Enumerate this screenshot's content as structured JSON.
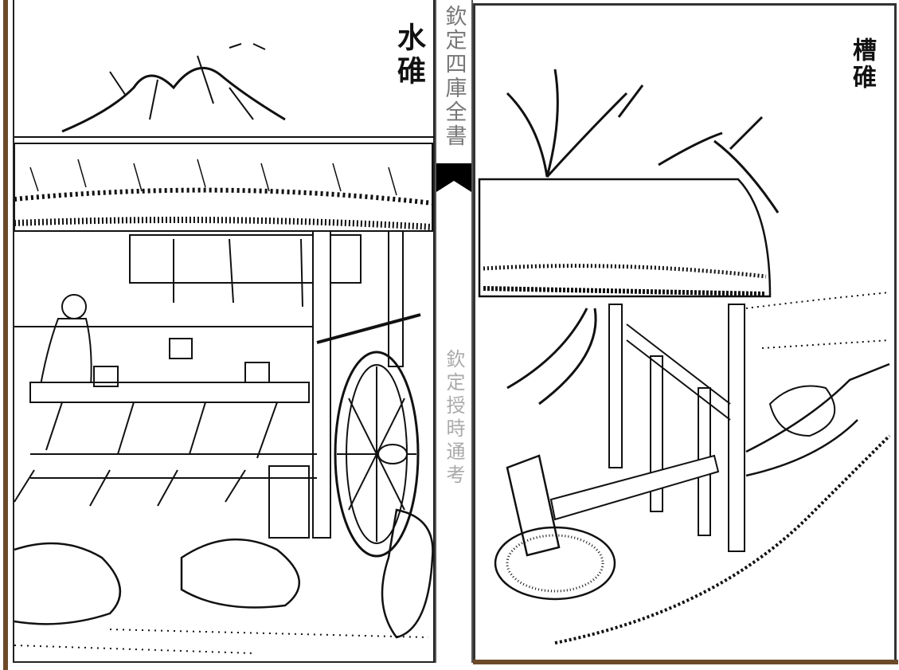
{
  "book_title": "欽定四庫全書",
  "work_title": "欽定授時通考",
  "left_illustration": {
    "caption": "水碓"
  },
  "right_illustration": {
    "caption": "槽碓"
  }
}
